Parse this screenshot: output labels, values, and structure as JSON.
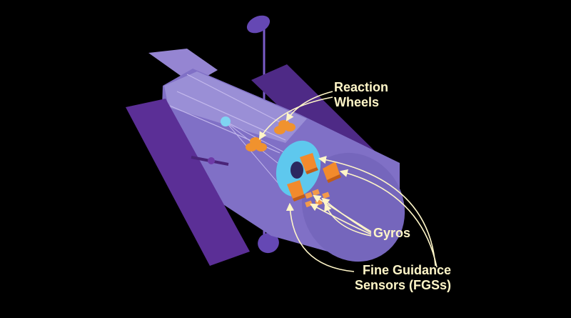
{
  "labels": {
    "reaction_wheels": [
      "Reaction",
      "Wheels"
    ],
    "gyros": "Gyros",
    "fine_guidance_sensors": [
      "Fine Guidance",
      "Sensors (FGSs)"
    ]
  },
  "colors": {
    "background": "#000000",
    "solar_panel": "#5b2f96",
    "tube_body": "#8070c6",
    "tube_light": "#9a8fd6",
    "antenna": "#6548b4",
    "component_orange": "#f08a2a",
    "fgs_mount": "#5ec8ee",
    "callout": "#fff6c8"
  }
}
